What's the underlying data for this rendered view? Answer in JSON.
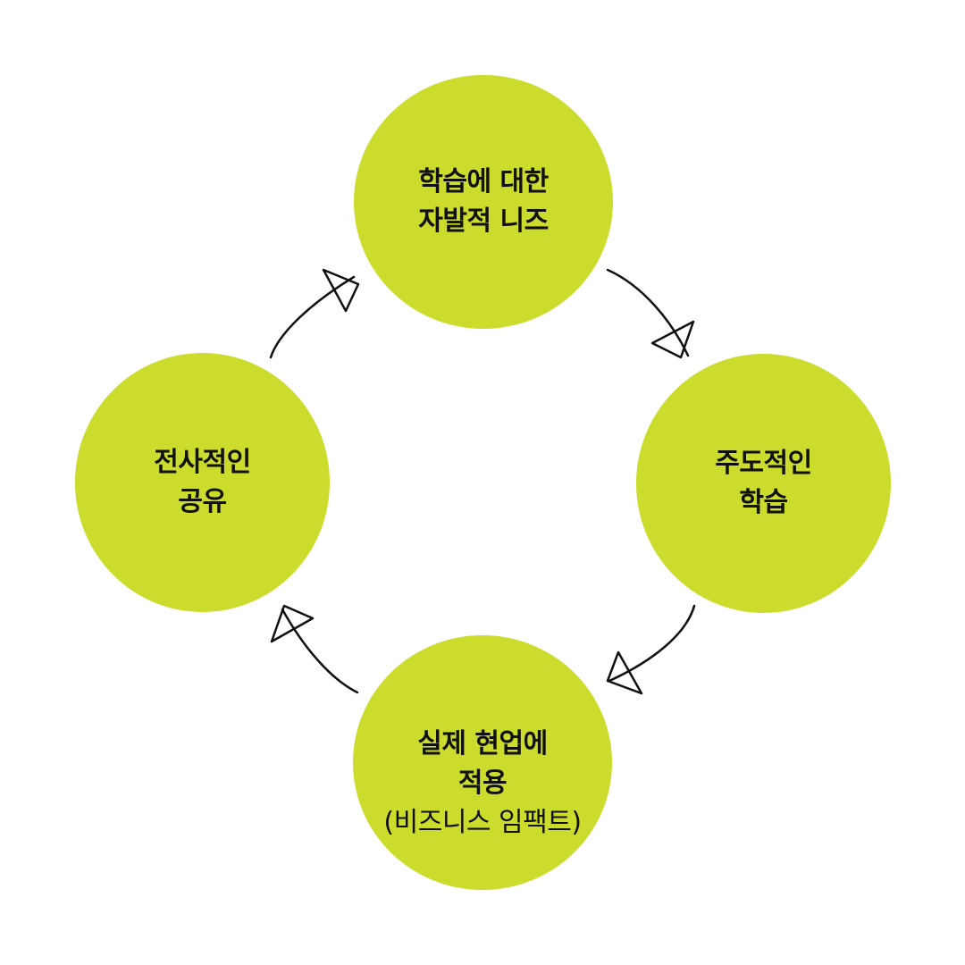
{
  "colors": {
    "node_fill": "#CBDC2C",
    "text": "#111111",
    "arrow": "#111111",
    "background": "#FFFFFF"
  },
  "nodes": {
    "top": {
      "line1": "학습에 대한",
      "line2": "자발적 니즈"
    },
    "right": {
      "line1": "주도적인",
      "line2": "학습"
    },
    "bottom": {
      "line1": "실제 현업에",
      "line2": "적용",
      "line3": "(비즈니스 임팩트)"
    },
    "left": {
      "line1": "전사적인",
      "line2": "공유"
    }
  }
}
